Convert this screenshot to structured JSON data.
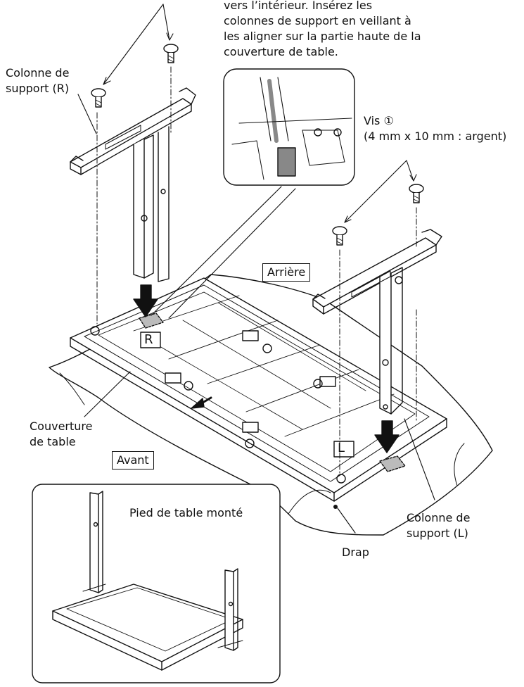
{
  "instructions": {
    "line1": "vers l’intérieur. Insérez les",
    "line2": "colonnes de support en veillant à",
    "line3": "les aligner sur la partie haute de la",
    "line4": "couverture de table."
  },
  "labels": {
    "column_r": [
      "Colonne de",
      "support (R)"
    ],
    "column_l": [
      "Colonne de",
      "support (L)"
    ],
    "screw": [
      "Vis ①",
      "(4 mm x 10 mm : argent)"
    ],
    "table_cover": [
      "Couverture",
      "de table"
    ],
    "back": "Arrière",
    "front": "Avant",
    "sheet": "Drap",
    "assembled": "Pied de table monté",
    "mark_r": "R",
    "mark_l": "L"
  }
}
